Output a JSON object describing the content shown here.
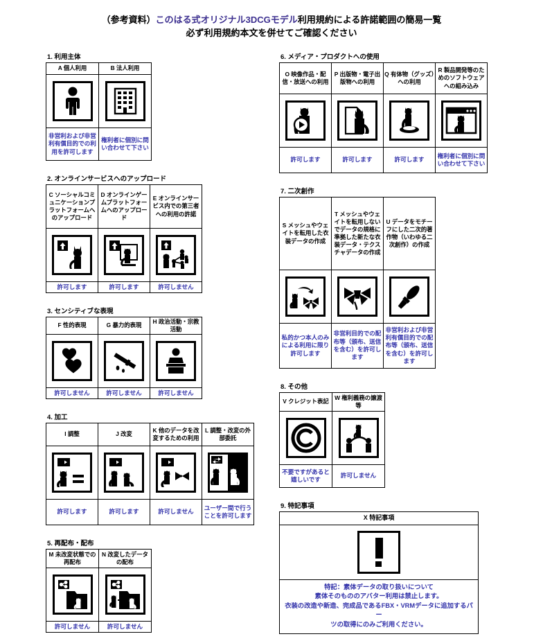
{
  "title": {
    "line1_prefix": "（参考資料）",
    "line1_highlight": "このはる式オリジナル3DCGモデル",
    "line1_suffix": "利用規約による許諾範囲の簡易一覧",
    "line2": "必ず利用規約本文を併せてご確認ください"
  },
  "colors": {
    "text": "#000000",
    "accent_purple": "#3333aa",
    "title_purple": "#3c2f8f",
    "border": "#000000"
  },
  "sections": [
    {
      "id": "s1",
      "title": "1. 利用主体",
      "items": [
        {
          "code": "A",
          "label": "A 個人利用",
          "icon": "person-icon",
          "result": "非営利および非営利有償目的での利用を許可します"
        },
        {
          "code": "B",
          "label": "B 法人利用",
          "icon": "building-icon",
          "result": "権利者に個別に問い合わせて下さい"
        }
      ]
    },
    {
      "id": "s2",
      "title": "2. オンラインサービスへのアップロード",
      "items": [
        {
          "code": "C",
          "label": "C ソーシャルコミュニケーションプラットフォームへのアップロード",
          "icon": "upload-cat-person-icon",
          "result": "許可します"
        },
        {
          "code": "D",
          "label": "D オンラインゲームプラットフォームへのアップロード",
          "icon": "upload-cat-monitor-icon",
          "result": "許可します"
        },
        {
          "code": "E",
          "label": "E オンラインサービス内での第三者への利用の許諾",
          "icon": "upload-cat-share-icon",
          "result": "許可しません"
        }
      ]
    },
    {
      "id": "s3",
      "title": "3. センシティブな表現",
      "items": [
        {
          "code": "F",
          "label": "F 性的表現",
          "icon": "hearts-icon",
          "result": "許可しません"
        },
        {
          "code": "G",
          "label": "G 暴力的表現",
          "icon": "knife-icon",
          "result": "許可しません"
        },
        {
          "code": "H",
          "label": "H 政治活動・宗教活動",
          "icon": "podium-speaker-icon",
          "result": "許可しません"
        }
      ]
    },
    {
      "id": "s4",
      "title": "4. 加工",
      "items": [
        {
          "code": "I",
          "label": "I 調整",
          "icon": "arrow-cat-equals-icon",
          "result": "許可します"
        },
        {
          "code": "J",
          "label": "J 改変",
          "icon": "arrow-cat-cat-icon",
          "result": "許可します"
        },
        {
          "code": "K",
          "label": "K 他のデータを改変するための利用",
          "icon": "arrow-cat-dress-icon",
          "result": "許可しません"
        },
        {
          "code": "L",
          "label": "L 調整・改変の外部委託",
          "icon": "cat-outsourcing-icon",
          "result": "ユーザー間で行うことを許可します"
        }
      ]
    },
    {
      "id": "s5",
      "title": "5. 再配布・配布",
      "items": [
        {
          "code": "M",
          "label": "M 未改変状態での再配布",
          "icon": "share-folder-cat-icon",
          "result": "許可しません"
        },
        {
          "code": "N",
          "label": "N 改変したデータの配布",
          "icon": "share-folder-cat-modified-icon",
          "result": "許可しません"
        }
      ]
    },
    {
      "id": "s6",
      "title": "6. メディア・プロダクトへの使用",
      "items": [
        {
          "code": "O",
          "label": "O 映像作品・配信・放送への利用",
          "icon": "cat-play-button-icon",
          "result": "許可します"
        },
        {
          "code": "P",
          "label": "P 出版物・電子出版物への利用",
          "icon": "cat-document-icon",
          "result": "許可します"
        },
        {
          "code": "Q",
          "label": "Q 有体物（グッズ）への利用",
          "icon": "cat-figurine-icon",
          "result": "許可します"
        },
        {
          "code": "R",
          "label": "R 製品開発等のためのソフトウェアへの組み込み",
          "icon": "cat-software-window-icon",
          "result": "権利者に個別に問い合わせて下さい"
        }
      ]
    },
    {
      "id": "s7",
      "title": "7. 二次創作",
      "items": [
        {
          "code": "S",
          "label": "S メッシュやウェイトを転用した衣装データの作成",
          "icon": "cat-to-dress-icon",
          "result": "私的かつ本人のみによる利用に限り許可します"
        },
        {
          "code": "T",
          "label": "T メッシュやウェイトを転用しないでデータの規格に準拠した新たな衣装データ・テクスチャデータの作成",
          "icon": "dress-icon",
          "result": "非営利目的での配布等（頒布、送信を含む）を許可します"
        },
        {
          "code": "U",
          "label": "U データをモチーフにした二次的著作物（いわゆる二次創作）の作成",
          "icon": "brush-icon",
          "result": "非営利および非営利有償目的での配布等（頒布、送信を含む）を許可します"
        }
      ]
    },
    {
      "id": "s8",
      "title": "8. その他",
      "items": [
        {
          "code": "V",
          "label": "V クレジット表記",
          "icon": "copyright-icon",
          "result": "不要ですがあると嬉しいです"
        },
        {
          "code": "W",
          "label": "W 権利義務の譲渡等",
          "icon": "transfer-people-cat-icon",
          "result": "許可しません"
        }
      ]
    }
  ],
  "section9": {
    "title": "9. 特記事項",
    "header": "X 特記事項",
    "icon": "exclamation-icon",
    "note_lines": [
      "特記：素体データの取り扱いについて",
      "素体そのもののアバター利用は禁止します。",
      "衣装の改造や新造、完成品であるFBX・VRMデータに追加するパー",
      "ツの取得にのみご利用ください。"
    ]
  }
}
